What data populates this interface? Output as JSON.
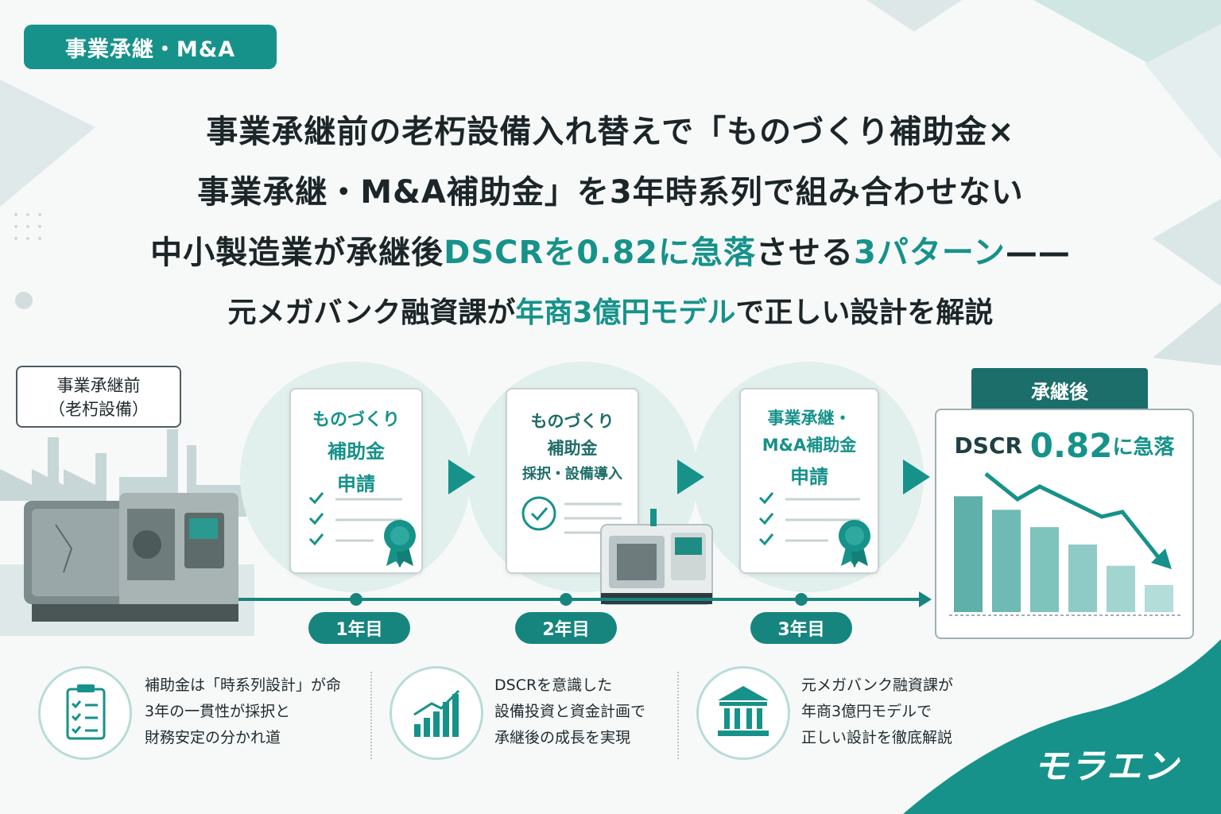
{
  "tag": "事業承継・M&A",
  "title": {
    "line1": "事業承継前の老朽設備入れ替えで「ものづくり補助金×",
    "line2": "事業承継・M&A補助金」を3年時系列で組み合わせない",
    "line3_a": "中小製造業が承継後",
    "line3_b": "DSCRを0.82に急落",
    "line3_c": "させる",
    "line3_d": "3パターン",
    "line3_e": "——",
    "line4_a": "元メガバンク融資課が",
    "line4_b": "年商3億円モデル",
    "line4_c": "で正しい設計を解説"
  },
  "before": {
    "line1": "事業承継前",
    "line2": "（老朽設備）"
  },
  "steps": [
    {
      "lines": [
        "ものづくり",
        "補助金",
        "申請"
      ],
      "year": "1年目"
    },
    {
      "lines": [
        "ものづくり",
        "補助金",
        "採択・設備導入"
      ],
      "year": "2年目"
    },
    {
      "lines": [
        "事業承継・",
        "M&A補助金",
        "申請"
      ],
      "year": "3年目"
    }
  ],
  "after": {
    "tab": "承継後",
    "dscr_a": "DSCR ",
    "dscr_b": "0.82",
    "dscr_c": "に急落"
  },
  "chart_data": {
    "type": "bar",
    "values": [
      6,
      5.3,
      4.4,
      3.5,
      2.4,
      1.4
    ]
  },
  "features": [
    {
      "icon": "clipboard-checklist-icon",
      "lines": [
        "補助金は「時系列設計」が命",
        "3年の一貫性が採択と",
        "財務安定の分かれ道"
      ]
    },
    {
      "icon": "bar-growth-icon",
      "lines": [
        "DSCRを意識した",
        "設備投資と資金計画で",
        "承継後の成長を実現"
      ]
    },
    {
      "icon": "bank-building-icon",
      "lines": [
        "元メガバンク融資課が",
        "年商3億円モデルで",
        "正しい設計を徹底解説"
      ]
    }
  ],
  "logo": "モラエン",
  "colors": {
    "accent": "#16928a",
    "dark": "#1c2528",
    "circle": "#e1efed"
  }
}
